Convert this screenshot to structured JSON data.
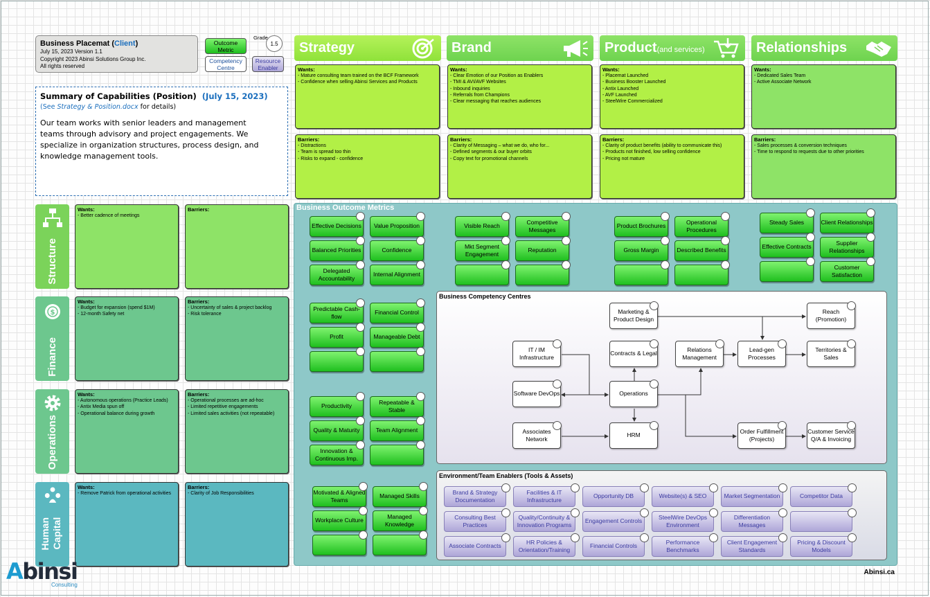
{
  "header": {
    "title": "Business Placemat (",
    "client": "Client",
    "title_end": ")",
    "date_version": "July 15, 2023 Version 1.1",
    "copyright": "Copyright 2023 Abinsi Solutions Group Inc.",
    "rights": "All rights reserved"
  },
  "legend": {
    "outcome_metric": "Outcome Metric",
    "competency_centre": "Competency Centre",
    "resource_enabler": "Resource Enabler",
    "grade_label": "Grade",
    "grade_value": "1.5"
  },
  "summary": {
    "title": "Summary of Capabilities (Position)",
    "date": "(July 15, 2023)",
    "see_pre": "(See ",
    "see_doc": "Strategy & Position.docx",
    "see_post": " for details)",
    "body": "Our team works with senior leaders and management teams through advisory and project engagements. We specialize in organization structures, process design, and knowledge management tools."
  },
  "colors": {
    "lime": "#b2f046",
    "green": "#8ee367",
    "mint": "#6dc78e",
    "teal": "#5bb8c0",
    "banner_green": "#7bd35a",
    "metric_green": "#2fcf2f",
    "tool_purple": "#aea6d8"
  },
  "icons": {
    "strategy": "target-icon",
    "brand": "megaphone-icon",
    "product": "cart-icon",
    "relationships": "handshake-icon",
    "structure": "org-chart-icon",
    "finance": "money-icon",
    "operations": "gear-icon",
    "human_capital": "people-icon"
  },
  "columns": [
    {
      "key": "strategy",
      "title": "Strategy",
      "subtitle": "",
      "wants_label": "Wants:",
      "wants": [
        "- Mature consulting team trained on the BCF Framework",
        "- Confidence when selling Abinsi Services and Products"
      ],
      "barriers_label": "Barriers:",
      "barriers": [
        "- Distractions",
        "- Team is spread too thin",
        "- Risks to expand - confidence"
      ]
    },
    {
      "key": "brand",
      "title": "Brand",
      "subtitle": "",
      "wants_label": "Wants:",
      "wants": [
        "- Clear Emotion of our Position as Enablers",
        "- TMI & AVI/AVF Websites",
        "- Inbound inquiries",
        "- Referrals from Champions",
        "- Clear messaging that reaches audiences"
      ],
      "barriers_label": "Barriers:",
      "barriers": [
        "- Clarity of Messaging – what we do, who for...",
        "- Defined segments & our buyer orbits",
        "- Copy text for promotional channels"
      ]
    },
    {
      "key": "product",
      "title": "Product",
      "subtitle": "(and services)",
      "wants_label": "Wants:",
      "wants": [
        "- Placemat Launched",
        "- Business Booster Launched",
        "- Antix Launched",
        "- AVF Launched",
        "- SteelWire Commercialized"
      ],
      "barriers_label": "Barriers:",
      "barriers": [
        "- Clarity of product benefits (ability to communicate this)",
        "- Products not finished, low selling confidence",
        "- Pricing not mature"
      ]
    },
    {
      "key": "relationships",
      "title": "Relationships",
      "subtitle": "",
      "wants_label": "Wants:",
      "wants": [
        "- Dedicated Sales Team",
        "- Active Associate Network"
      ],
      "barriers_label": "Barriers:",
      "barriers": [
        "- Sales processes & conversion techniques",
        "- Time to respond to requests due to other priorities"
      ]
    }
  ],
  "rows": [
    {
      "key": "structure",
      "title": "Structure",
      "wants_label": "Wants:",
      "wants": [
        "- Better cadence of meetings"
      ],
      "barriers_label": "Barriers:",
      "barriers": []
    },
    {
      "key": "finance",
      "title": "Finance",
      "wants_label": "Wants:",
      "wants": [
        "- Budget for expansion (spend $1M)",
        "- 12-month Safety net"
      ],
      "barriers_label": "Barriers:",
      "barriers": [
        "- Uncertainty of sales & project backlog",
        "- Risk tolerance"
      ]
    },
    {
      "key": "operations",
      "title": "Operations",
      "wants_label": "Wants:",
      "wants": [
        "- Autonomous operations (Practice Leads)",
        "- Antix Media spun off",
        "- Operational balance during growth"
      ],
      "barriers_label": "Barriers:",
      "barriers": [
        "- Operational processes are ad-hoc",
        "- Limited repetitive engagements",
        "- Limited sales activities (not repeatable)"
      ]
    },
    {
      "key": "human_capital",
      "title": "Human Capital",
      "wants_label": "Wants:",
      "wants": [
        "- Remove Patrick from operational activities"
      ],
      "barriers_label": "Barriers:",
      "barriers": [
        "- Clarity of Job Responsibilities"
      ]
    }
  ],
  "metrics_title": "Business Outcome Metrics",
  "metrics": {
    "strategy": [
      "Effective Decisions",
      "Value Proposition",
      "Balanced Priorities",
      "Confidence",
      "Delegated Accountability",
      "Internal Alignment"
    ],
    "brand": [
      "Visible Reach",
      "Competitive Messages",
      "Mkt Segment Engagement",
      "Reputation",
      "",
      ""
    ],
    "product": [
      "Product Brochures",
      "Operational Procedures",
      "Gross Margin",
      "Described Benefits",
      "",
      ""
    ],
    "relationships": [
      "Steady Sales",
      "Client Relationships",
      "Effective Contracts",
      "Supplier Relationships",
      "",
      "Customer Satisfaction"
    ],
    "finance": [
      "Predictable Cash-flow",
      "Financial Control",
      "Profit",
      "Manageable Debt",
      "",
      ""
    ],
    "operations": [
      "Productivity",
      "Repeatable & Stable",
      "Quality & Maturity",
      "Team Alignment",
      "Innovation & Continuous Imp.",
      ""
    ],
    "human_capital": [
      "Motivated & Aligned Teams",
      "Managed Skills",
      "Workplace Culture",
      "Managed Knowledge",
      "",
      ""
    ]
  },
  "competency": {
    "title": "Business Competency Centres",
    "nodes": {
      "marketing": "Marketing & Product Design",
      "reach": "Reach (Promotion)",
      "it": "IT / IM Infrastructure",
      "contracts": "Contracts & Legal",
      "relations": "Relations Management",
      "leadgen": "Lead-gen Processes",
      "territories": "Territories & Sales",
      "software": "Software DevOps",
      "operations": "Operations",
      "associates": "Associates Network",
      "hrm": "HRM",
      "order": "Order Fulfillment (Projects)",
      "customer": "Customer Service Q/A & Invoicing"
    }
  },
  "enablers": {
    "title": "Environment/Team Enablers (Tools & Assets)",
    "items": [
      "Brand & Strategy Documentation",
      "Facilities & IT Infrastructure",
      "Opportunity DB",
      "Website(s) & SEO",
      "Market Segmentation",
      "Competitor Data",
      "Consulting Best Practices",
      "Quality/Continuity & Innovation Programs",
      "Engagement Controls",
      "SteelWire DevOps Environment",
      "Differentiation Messages",
      "",
      "Associate Contracts",
      "HR Policies & Orientation/Training",
      "Financial Controls",
      "Performance Benchmarks",
      "Client Engagement Standards",
      "Pricing & Discount Models"
    ]
  },
  "footer": {
    "logo_a": "A",
    "logo_rest": "binsi",
    "logo_sub": "Consulting",
    "site": "Abinsi.ca"
  }
}
